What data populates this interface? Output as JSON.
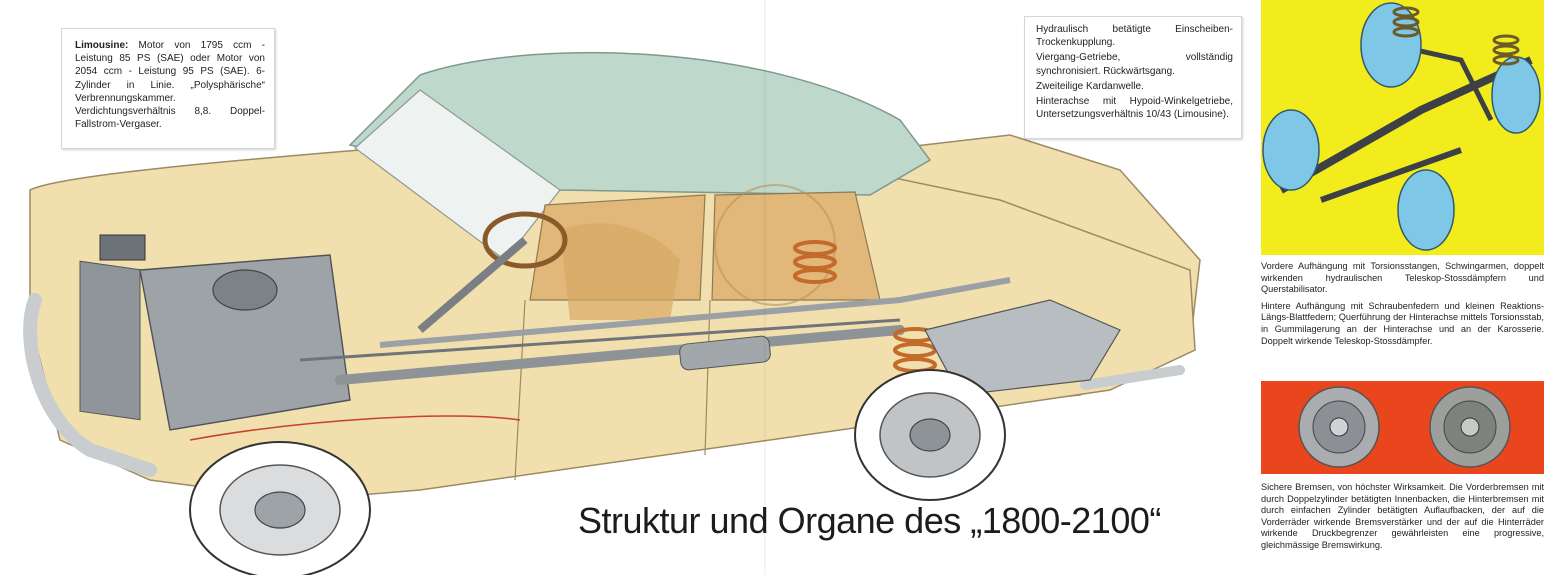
{
  "title": "Struktur und Organe des „1800-2100“",
  "engine_spec": {
    "lead": "Limousine:",
    "body": " Motor von 1795 ccm - Leistung 85 PS (SAE) oder Motor von 2054 ccm - Leistung 95 PS (SAE). 6-Zylinder in Linie. „Polysphärische“ Verbrennungskammer. Verdichtungsverhältnis 8,8. Doppel-Fallstrom-Vergaser."
  },
  "drivetrain_spec": [
    "Hydraulisch betätigte Einscheiben-Trockenkupplung.",
    "Viergang-Getriebe, vollständig synchronisiert. Rückwärtsgang.",
    "Zweiteilige Kardanwelle.",
    "Hinterachse mit Hypoid-Winkelgetriebe, Untersetzungsverhältnis 10/43 (Limousine)."
  ],
  "suspension_caption": [
    "Vordere Aufhängung mit Torsionsstangen, Schwingarmen, doppelt wirkenden hydraulischen Teleskop-Stossdämpfern und Querstabilisator.",
    "Hintere Aufhängung mit Schraubenfedern und kleinen Reaktions-Längs-Blattfedern; Querführung der Hinterachse mittels Torsionsstab, in Gummilagerung an der Hinterachse und an der Karosserie. Doppelt wirkende Teleskop-Stossdämpfer."
  ],
  "brakes_caption": "Sichere Bremsen, von höchster Wirksamkeit. Die Vorderbremsen mit durch Doppelzylinder betätigten Innenbacken, die Hinterbremsen mit durch einfachen Zylinder betätigten Auflaufbacken, der auf die Vorderräder wirkende Bremsverstärker und der auf die Hinterräder wirkende Druckbegrenzer gewährleisten eine progressive, gleichmässige Bremswirkung.",
  "colors": {
    "body_cream": "#f1dfae",
    "roof_mint": "#bfd8cc",
    "interior_tan": "#e2b77a",
    "chrome": "#c9cdd0",
    "suspension_yellow": "#f3ec1c",
    "brakes_orange": "#e9461d",
    "wheel_blue": "#7fc7e6"
  }
}
